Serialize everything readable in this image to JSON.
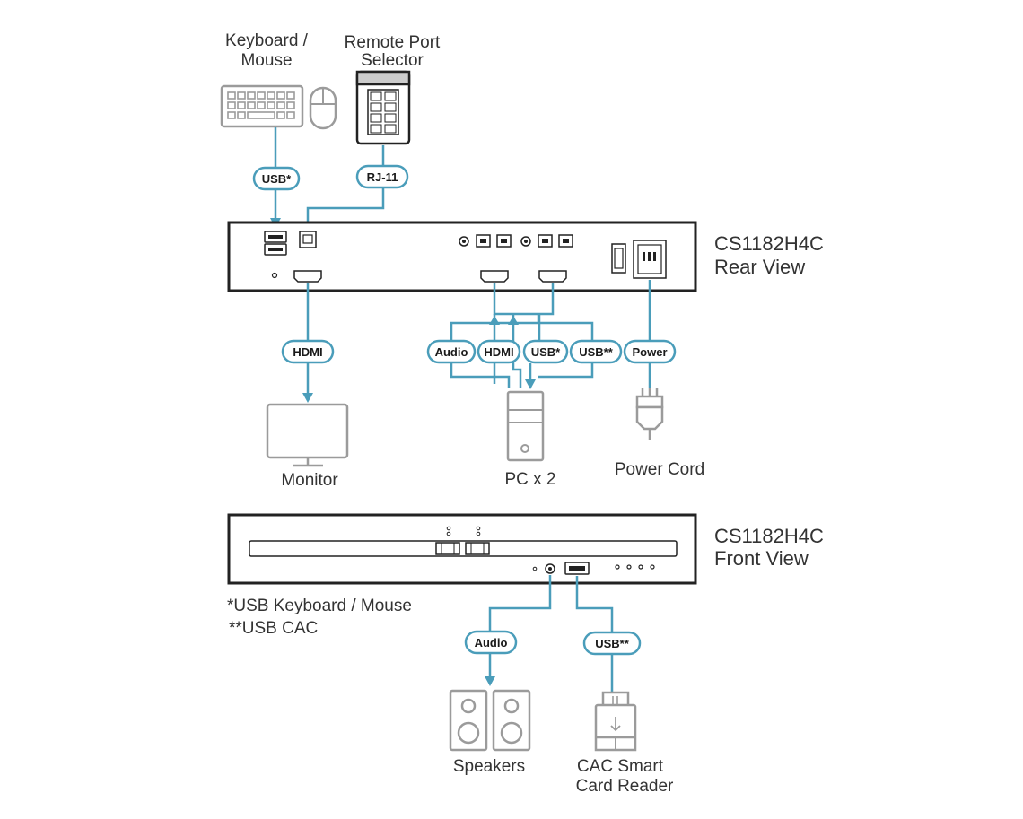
{
  "labels": {
    "keyboard_mouse_1": "Keyboard /",
    "keyboard_mouse_2": "Mouse",
    "remote_port_1": "Remote Port",
    "remote_port_2": "Selector",
    "rear_title_1": "CS1182H4C",
    "rear_title_2": "Rear View",
    "front_title_1": "CS1182H4C",
    "front_title_2": "Front View",
    "monitor": "Monitor",
    "pc": "PC x 2",
    "power_cord": "Power Cord",
    "speakers": "Speakers",
    "cac_1": "CAC Smart",
    "cac_2": "Card Reader"
  },
  "cables": {
    "usb_kbm": "USB*",
    "rj11": "RJ-11",
    "hdmi_monitor": "HDMI",
    "audio_pc": "Audio",
    "hdmi_pc": "HDMI",
    "usb_pc": "USB*",
    "usb_cac_pc": "USB**",
    "power": "Power",
    "audio_speakers": "Audio",
    "usb_cac_front": "USB**"
  },
  "notes": {
    "note_1": "*USB Keyboard / Mouse",
    "note_2": "**USB CAC"
  },
  "colors": {
    "cable": "#4a9dba",
    "device_outline": "#9b9b9b",
    "unit_outline": "#222222"
  }
}
